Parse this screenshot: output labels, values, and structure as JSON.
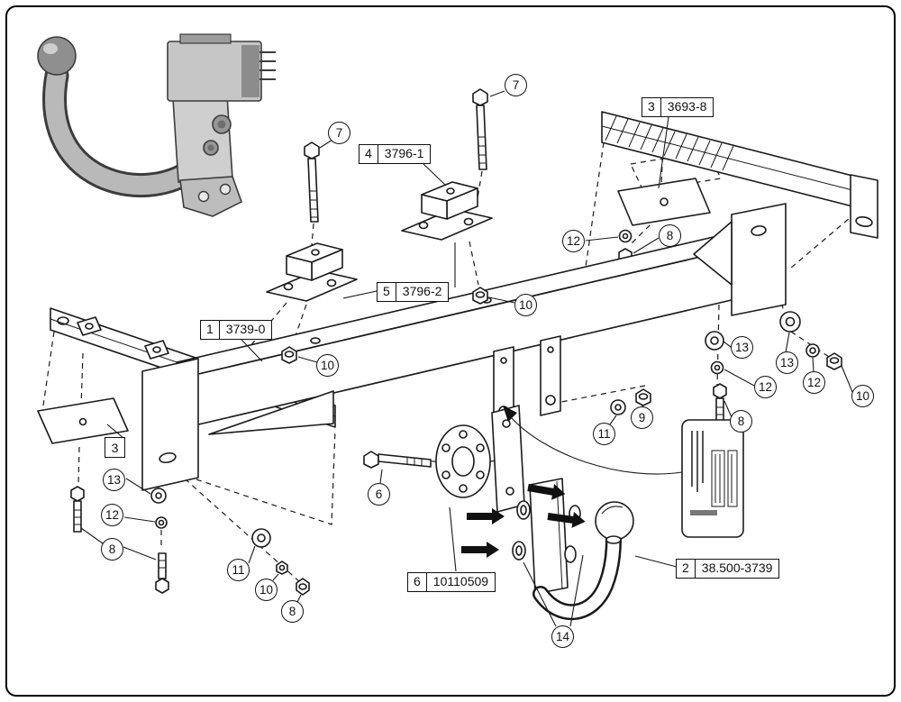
{
  "colors": {
    "line": "#1a1a1a",
    "metal_grey": "#c6c6c6"
  },
  "part_labels": [
    {
      "num": "1",
      "code": "3739-0"
    },
    {
      "num": "2",
      "code": "38.500-3739"
    },
    {
      "num": "3",
      "code": "3693-8"
    },
    {
      "num": "4",
      "code": "3796-1"
    },
    {
      "num": "5",
      "code": "3796-2"
    },
    {
      "num": "6",
      "code": "10110509"
    }
  ],
  "plate_label": {
    "num": "3"
  },
  "callouts": [
    {
      "num": "7"
    },
    {
      "num": "7"
    },
    {
      "num": "12"
    },
    {
      "num": "8"
    },
    {
      "num": "10"
    },
    {
      "num": "10"
    },
    {
      "num": "13"
    },
    {
      "num": "13"
    },
    {
      "num": "12"
    },
    {
      "num": "12"
    },
    {
      "num": "10"
    },
    {
      "num": "8"
    },
    {
      "num": "11"
    },
    {
      "num": "9"
    },
    {
      "num": "6"
    },
    {
      "num": "13"
    },
    {
      "num": "12"
    },
    {
      "num": "8"
    },
    {
      "num": "11"
    },
    {
      "num": "10"
    },
    {
      "num": "8"
    },
    {
      "num": "14"
    }
  ]
}
